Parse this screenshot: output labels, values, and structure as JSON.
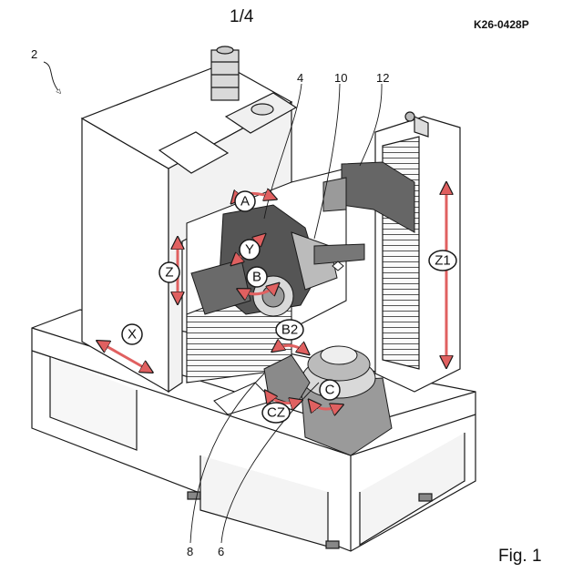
{
  "sheet": "1/4",
  "doc_ref": "K26-0428P",
  "figure_label": "Fig. 1",
  "ref_numerals": {
    "machine": "2",
    "tool_head": "4",
    "tool_spindle": "10",
    "column": "12",
    "workpiece_table": "6",
    "swivel_unit": "8"
  },
  "axes": {
    "A": "A",
    "Y": "Y",
    "B": "B",
    "Z": "Z",
    "X": "X",
    "Z1": "Z1",
    "B2": "B2",
    "C": "C",
    "CZ": "CZ"
  },
  "colors": {
    "line": "#1a1a1a",
    "dark_part": "#555555",
    "mid_part": "#9a9a9a",
    "light_part": "#d9d9d9",
    "arrow": "#e06060"
  }
}
